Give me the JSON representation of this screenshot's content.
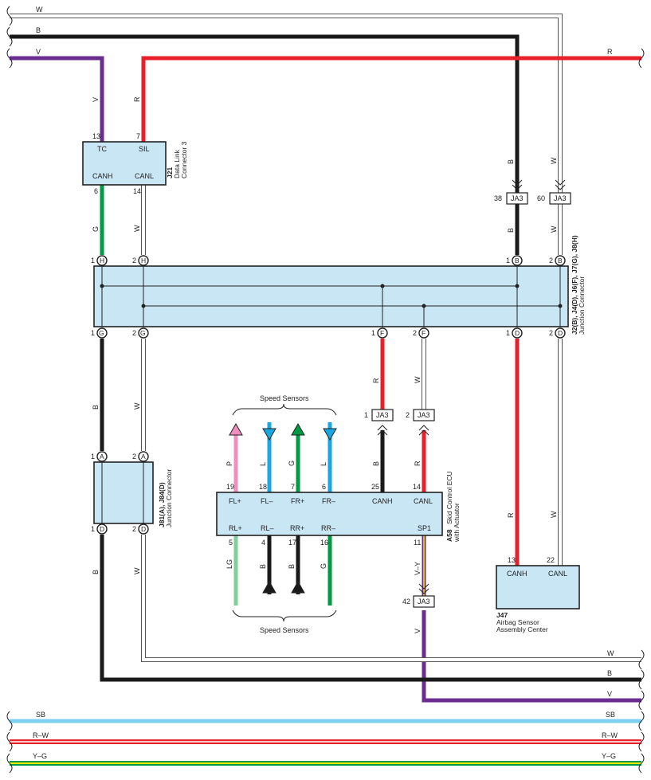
{
  "colors": {
    "B": "#1a1a1a",
    "W": "#ffffff",
    "V": "#6a2c91",
    "R": "#e8202a",
    "G": "#009a44",
    "P": "#ef8fbf",
    "L": "#1aa6e0",
    "LG": "#7fcf9a",
    "SB": "#7cd0f2",
    "VY": "#6a2c91",
    "Y": "#f2e600",
    "box": "#c9e6f5"
  },
  "wire_letters": {
    "W": "W",
    "B": "B",
    "V": "V",
    "R": "R",
    "G": "G",
    "P": "P",
    "L": "L",
    "LG": "LG",
    "VY": "V–Y",
    "SB": "SB",
    "RW": "R–W",
    "YG": "Y–G"
  },
  "dlc": {
    "code": "J21",
    "name_line1": "Data Link",
    "name_line2": "Connector 3",
    "pins": {
      "tc": "13",
      "sil": "7",
      "canh": "6",
      "canl": "14"
    },
    "labels": {
      "tc": "TC",
      "sil": "SIL",
      "canh": "CANH",
      "canl": "CANL"
    }
  },
  "ja3": {
    "label": "JA3",
    "pins": {
      "p38": "38",
      "p60": "60",
      "p1": "1",
      "p2": "2",
      "p42": "42"
    }
  },
  "junction_main": {
    "code": "J2(B), J4(D), J6(F), J7(G), J8(H)",
    "name": "Junction Connector",
    "pins": {
      "h1": "1",
      "h2": "2",
      "b1": "1",
      "b2": "2",
      "g1": "1",
      "g2": "2",
      "f1": "1",
      "f2": "2",
      "d1": "1",
      "d2": "2"
    },
    "letters": {
      "H": "H",
      "B": "B",
      "G": "G",
      "F": "F",
      "D": "D"
    }
  },
  "junction_j81": {
    "code": "J81(A), J84(D)",
    "name": "Junction Connector",
    "pins": {
      "a1": "1",
      "a2": "2",
      "d1": "1",
      "d2": "2"
    },
    "letters": {
      "A": "A",
      "D": "D"
    }
  },
  "ecu": {
    "code": "A58",
    "name_line1": "Skid Control ECU",
    "name_line2": "with Actuator",
    "top_labels": [
      "FL+",
      "FL–",
      "FR+",
      "FR–",
      "CANH",
      "CANL"
    ],
    "top_pins": [
      "19",
      "18",
      "7",
      "6",
      "25",
      "14"
    ],
    "bottom_labels": [
      "RL+",
      "RL–",
      "RR+",
      "RR–",
      "SP1"
    ],
    "bottom_pins": [
      "5",
      "4",
      "17",
      "16",
      "11"
    ]
  },
  "airbag": {
    "code": "J47",
    "name_line1": "Airbag Sensor",
    "name_line2": "Assembly Center",
    "labels": {
      "canh": "CANH",
      "canl": "CANL"
    },
    "pins": {
      "canh": "13",
      "canl": "22"
    }
  },
  "speed_sensors": {
    "top": "Speed Sensors",
    "bottom": "Speed Sensors"
  }
}
